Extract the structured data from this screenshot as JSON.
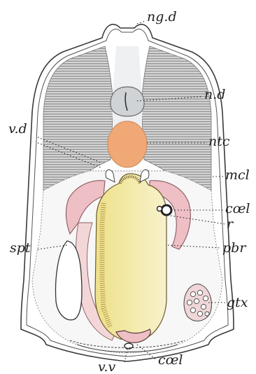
{
  "figure": {
    "labels": {
      "ng_d": "ng.d",
      "n_d": "n.d",
      "ntc": "ntc",
      "v_d": "v.d",
      "mcl": "mcl",
      "coel_right": "cœl",
      "r": "r",
      "spt": "spt",
      "pbr": "pbr",
      "gtx": "gtx",
      "v_v": "v.v",
      "coel_bottom": "cœl"
    },
    "colors": {
      "muscle_hatching": "#8e8e8e",
      "muscle_fill": "#d3d3d3",
      "notochord": "#f0a877",
      "nerve_cord": "#cfd3d6",
      "pharynx": "#f2e8a3",
      "pink_tissue": "#eebfc4",
      "outline": "#3a3a3a",
      "background": "#ffffff"
    }
  }
}
